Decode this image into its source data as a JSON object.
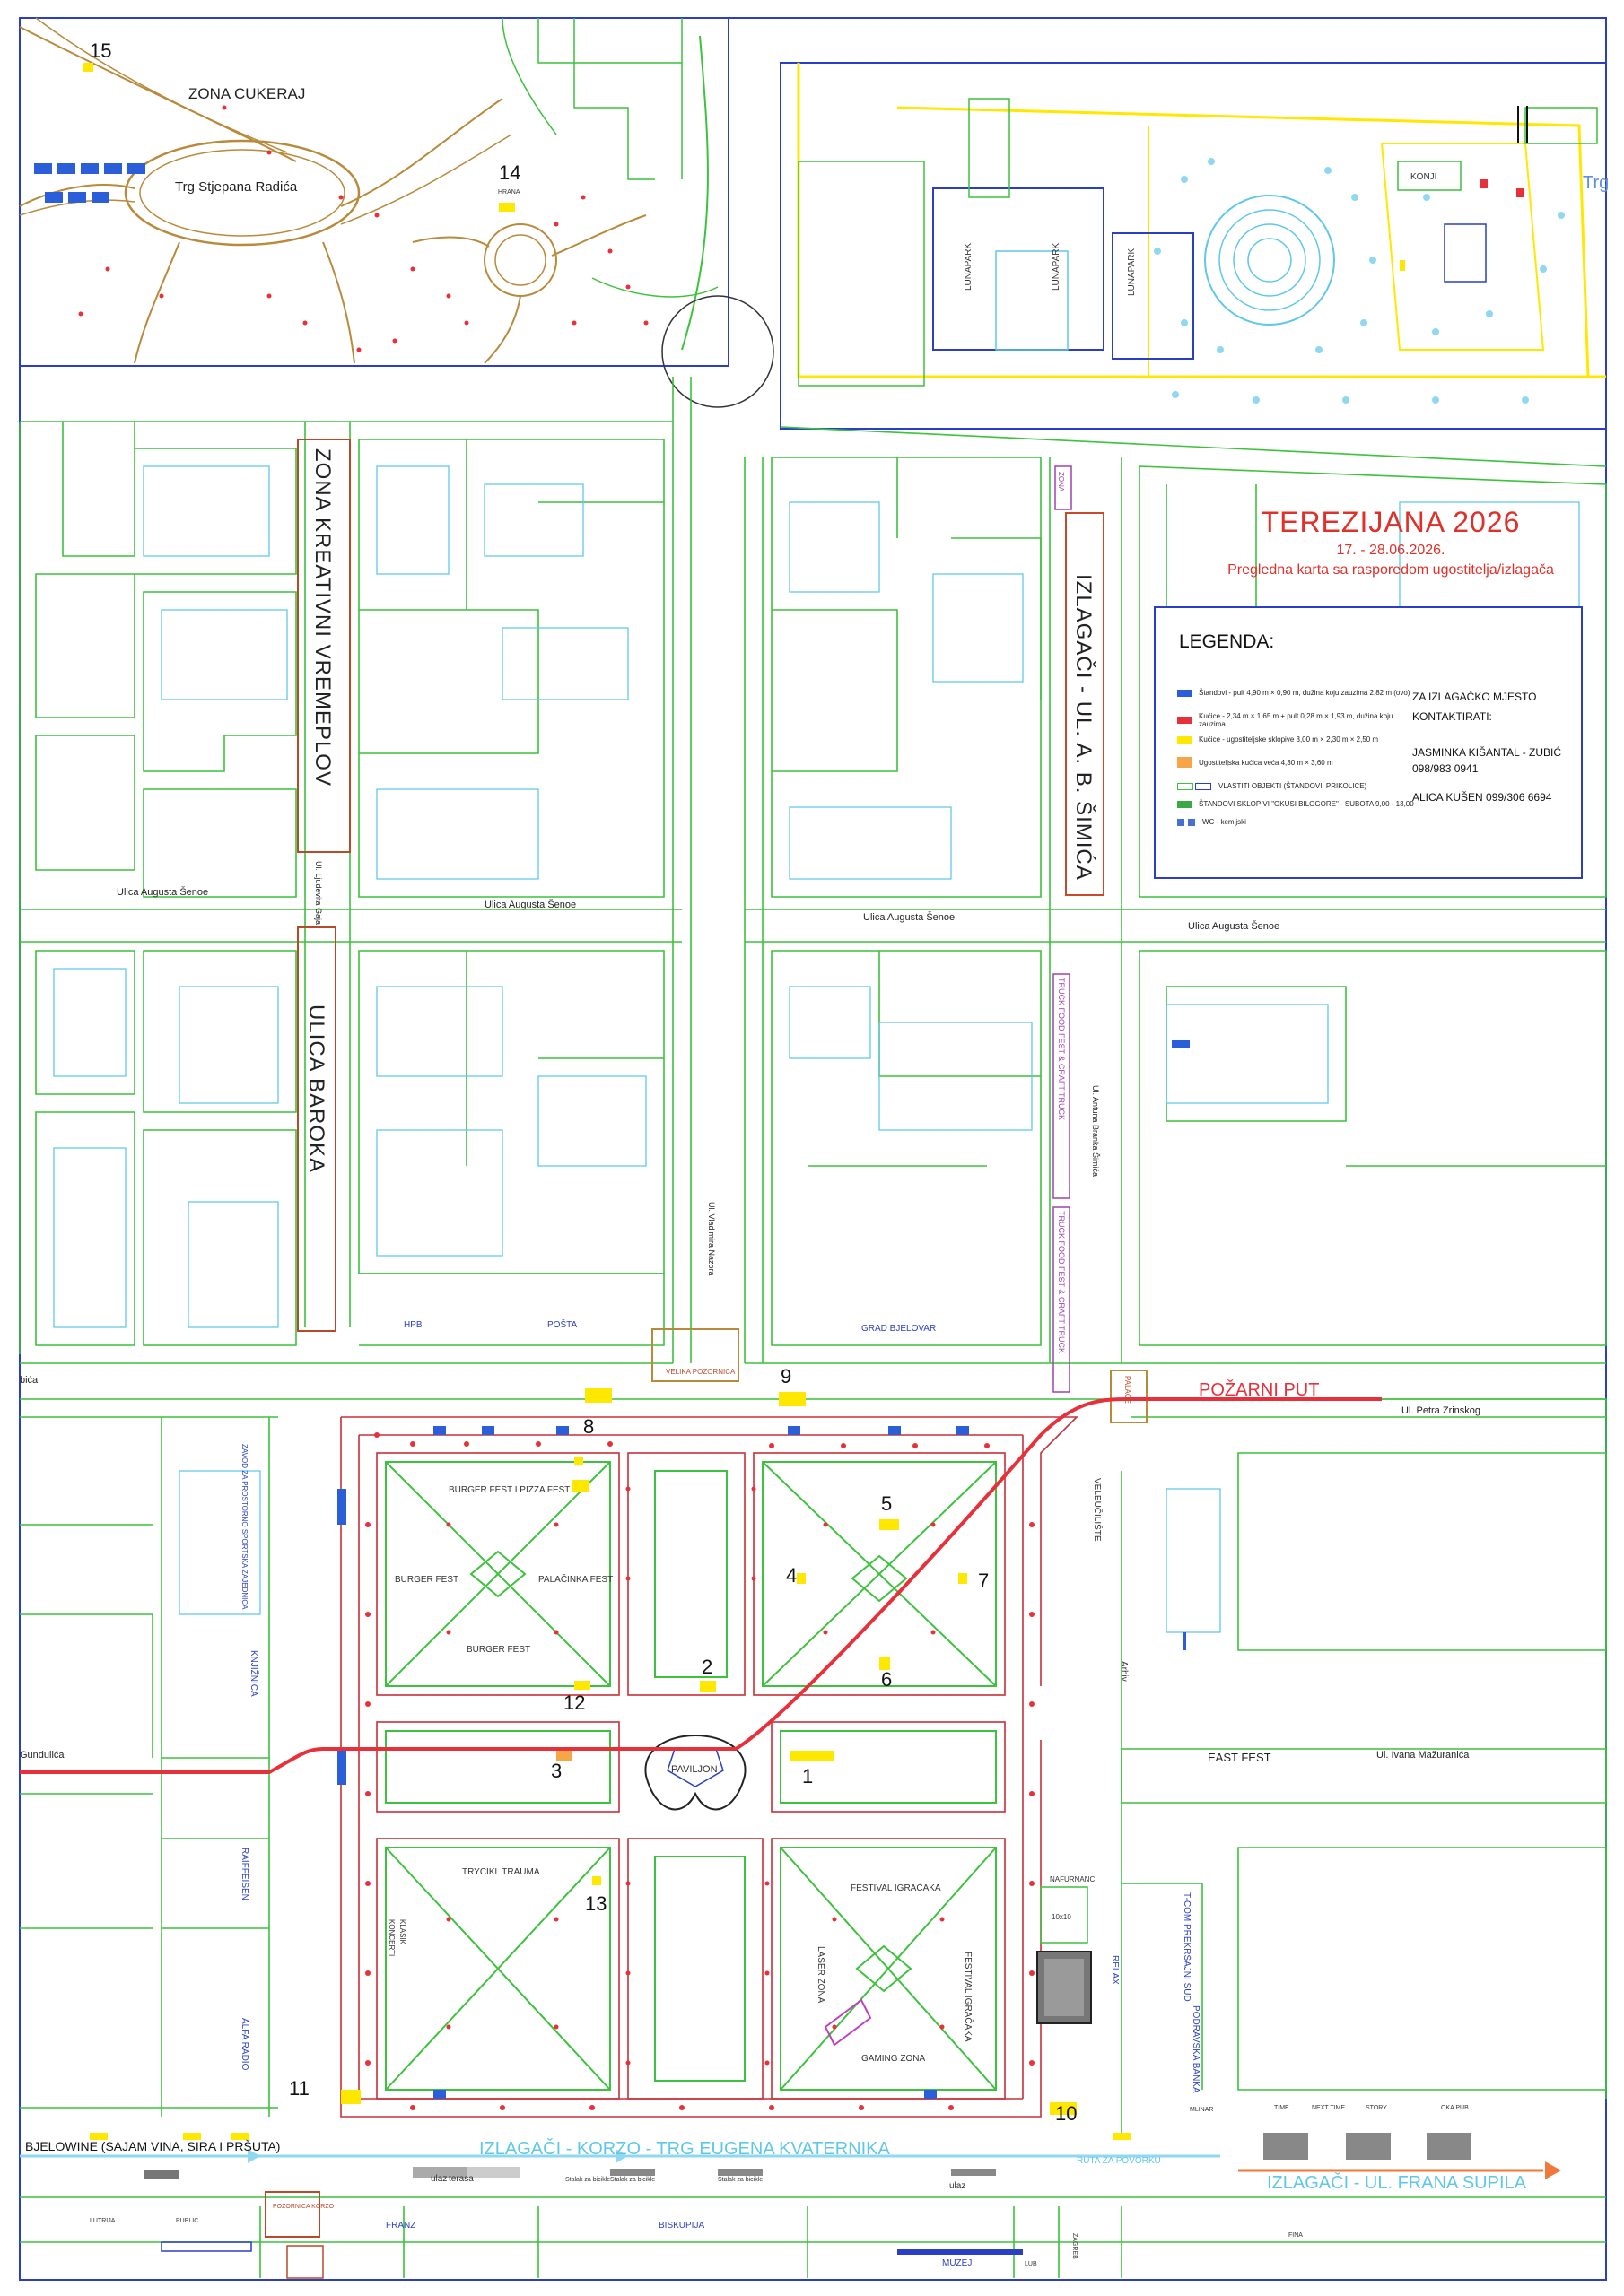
{
  "map": {
    "zones": {
      "zona_cukeraj": "ZONA CUKERAJ",
      "trg_radica": "Trg Stjepana Radića",
      "kreativni": "ZONA KREATIVNI VREMEPLOV",
      "baroka": "ULICA BAROKA",
      "izlagaci_simica": "IZLAGAČI - UL. A. B. ŠIMIĆA",
      "zona_small": "ZONA",
      "food_truck_1": "TRUCK FOOD FEST & CRAFT TRUCK",
      "food_truck_2": "TRUCK FOOD FEST & CRAFT TRUCK"
    },
    "title": {
      "main": "TEREZIJANA 2026",
      "dates": "17. - 28.06.2026.",
      "subtitle": "Pregledna karta sa rasporedom ugostitelja/izlagača"
    },
    "streets": {
      "senoe_1": "Ulica Augusta Šenoe",
      "senoe_2": "Ulica Augusta Šenoe",
      "senoe_3": "Ulica Augusta Šenoe",
      "senoe_4": "Ulica Augusta Šenoe",
      "gaja": "Ul. Ljudevita Gaja",
      "nazora": "Ul. Vladimira Nazora",
      "simica": "Ul. Antuna Branka Šimića",
      "zrinski": "Ul. Petra Zrinskog",
      "mazuranica": "Ul. Ivana Mažuranića",
      "gunduliča": "Gundulića",
      "bica": "bića",
      "trg_fragment": "Trg"
    },
    "routes": {
      "pozarni": "POŽARNI PUT",
      "korzo": "IZLAGAČI - KORZO - TRG EUGENA KVATERNIKA",
      "supila": "IZLAGAČI - UL. FRANA SUPILA",
      "bjelowine": "BJELOWINE (SAJAM VINA, SIRA I PRŠUTA)",
      "povorka": "RUTA ZA POVORKU"
    },
    "places": {
      "hpb": "HPB",
      "posta": "POŠTA",
      "grad": "GRAD BJELOVAR",
      "velika_pozornica": "VELIKA POZORNICA",
      "paviljon": "PAVILJON",
      "east_fest": "EAST FEST",
      "burger_pizza": "BURGER FEST I PIZZA FEST",
      "burger_w": "BURGER FEST",
      "palacinka": "PALAČINKA FEST",
      "burger_s": "BURGER FEST",
      "trycikl": "TRYCIKL TRAUMA",
      "festival_igracaka": "FESTIVAL IGRAČAKA",
      "festival_igracaka_2": "FESTIVAL IGRAČAKA",
      "laser": "LASER ZONA",
      "gaming": "GAMING ZONA",
      "konji": "KONJI",
      "lunapark_1": "LUNAPARK",
      "lunapark_2": "LUNAPARK",
      "lunapark_3": "LUNAPARK",
      "hrana": "HRANA",
      "franz": "FRANZ",
      "biskupija": "BISKUPIJA",
      "muzej": "MUZEJ",
      "lub": "LUB",
      "zagreb": "ZAGREB",
      "relax": "RELAX",
      "podravska": "PODRAVSKA BANKA",
      "velebit": "VELEUČILIŠTE",
      "arhiv": "Arhiv",
      "raiffeisen": "RAIFFEISEN",
      "knjiznica": "KNJIŽNICA",
      "alfa_radio": "ALFA RADIO",
      "zavod": "ZAVOD ZA PROSTORNO SPORTSKA ZAJEDNICA",
      "pozornica_korzo": "POZORNICA KORZO",
      "public": "PUBLIC",
      "lutrija": "LUTRIJA",
      "terasa": "terasa",
      "ulaz_1": "ulaz",
      "ulaz_2": "ulaz",
      "nafurnanc": "NAFURNANC",
      "mlinar": "MLINAR",
      "story": "STORY",
      "oka_pub": "OKA PUB",
      "time": "TIME",
      "next_time": "NEXT TIME",
      "fina": "FINA",
      "tcom": "T-COM PREKRŠAJNI SUD",
      "stalak_1": "Stalak za bicikle",
      "stalak_2": "Stalak za bicikle",
      "stalak_3": "Stalak za bicikle",
      "pozornica_vel": "VELIKA POZORNICA",
      "palace": "PALACE",
      "size_10x10": "10x10",
      "koncert": "KONCERTI",
      "klasik": "KLASIK"
    },
    "numbers": [
      "1",
      "2",
      "3",
      "4",
      "5",
      "6",
      "7",
      "8",
      "9",
      "10",
      "11",
      "12",
      "13",
      "14",
      "15"
    ]
  },
  "legend": {
    "title": "LEGENDA:",
    "items": [
      {
        "color": "#2b5fd9",
        "text": "Štandovi - pult 4,90 m × 0,90 m, dužina koju zauzima 2,82 m (ovo)"
      },
      {
        "color": "#e8303a",
        "text": "Kućice - 2,34 m × 1,65 m + pult 0,28 m × 1,93 m, dužina koju zauzima"
      },
      {
        "color": "#ffe800",
        "text": "Kućice - ugostiteljske sklopive 3,00 m × 2,30 m × 2,50 m"
      },
      {
        "color": "#f5a646",
        "text": "Ugostiteljska kućica veća 4,30 m × 3,60 m"
      },
      {
        "color": "#ffffff",
        "text": "VLASTITI OBJEKTI (ŠTANDOVI, PRIKOLICE)"
      },
      {
        "color": "#3aa843",
        "text": "ŠTANDOVI SKLOPIVI \"OKUSI BILOGORE\" - SUBOTA 9,00 - 13,00"
      },
      {
        "color": "#4a6fd0",
        "text": "WC - kemijski"
      }
    ],
    "contact": {
      "line1": "ZA IZLAGAČKO MJESTO",
      "line2": "KONTAKTIRATI:",
      "name1": "JASMINKA KIŠANTAL - ZUBIĆ",
      "phone1": "098/983 0941",
      "name2": "ALICA KUŠEN 099/306 6694"
    }
  },
  "colors": {
    "parcel": "#3cc23c",
    "building": "#5fc8e8",
    "zone_border": "#b88a3a",
    "red": "#e8303a",
    "blue": "#2b3fc4",
    "yellow": "#ffe800",
    "cyan": "#8fd8f0"
  }
}
